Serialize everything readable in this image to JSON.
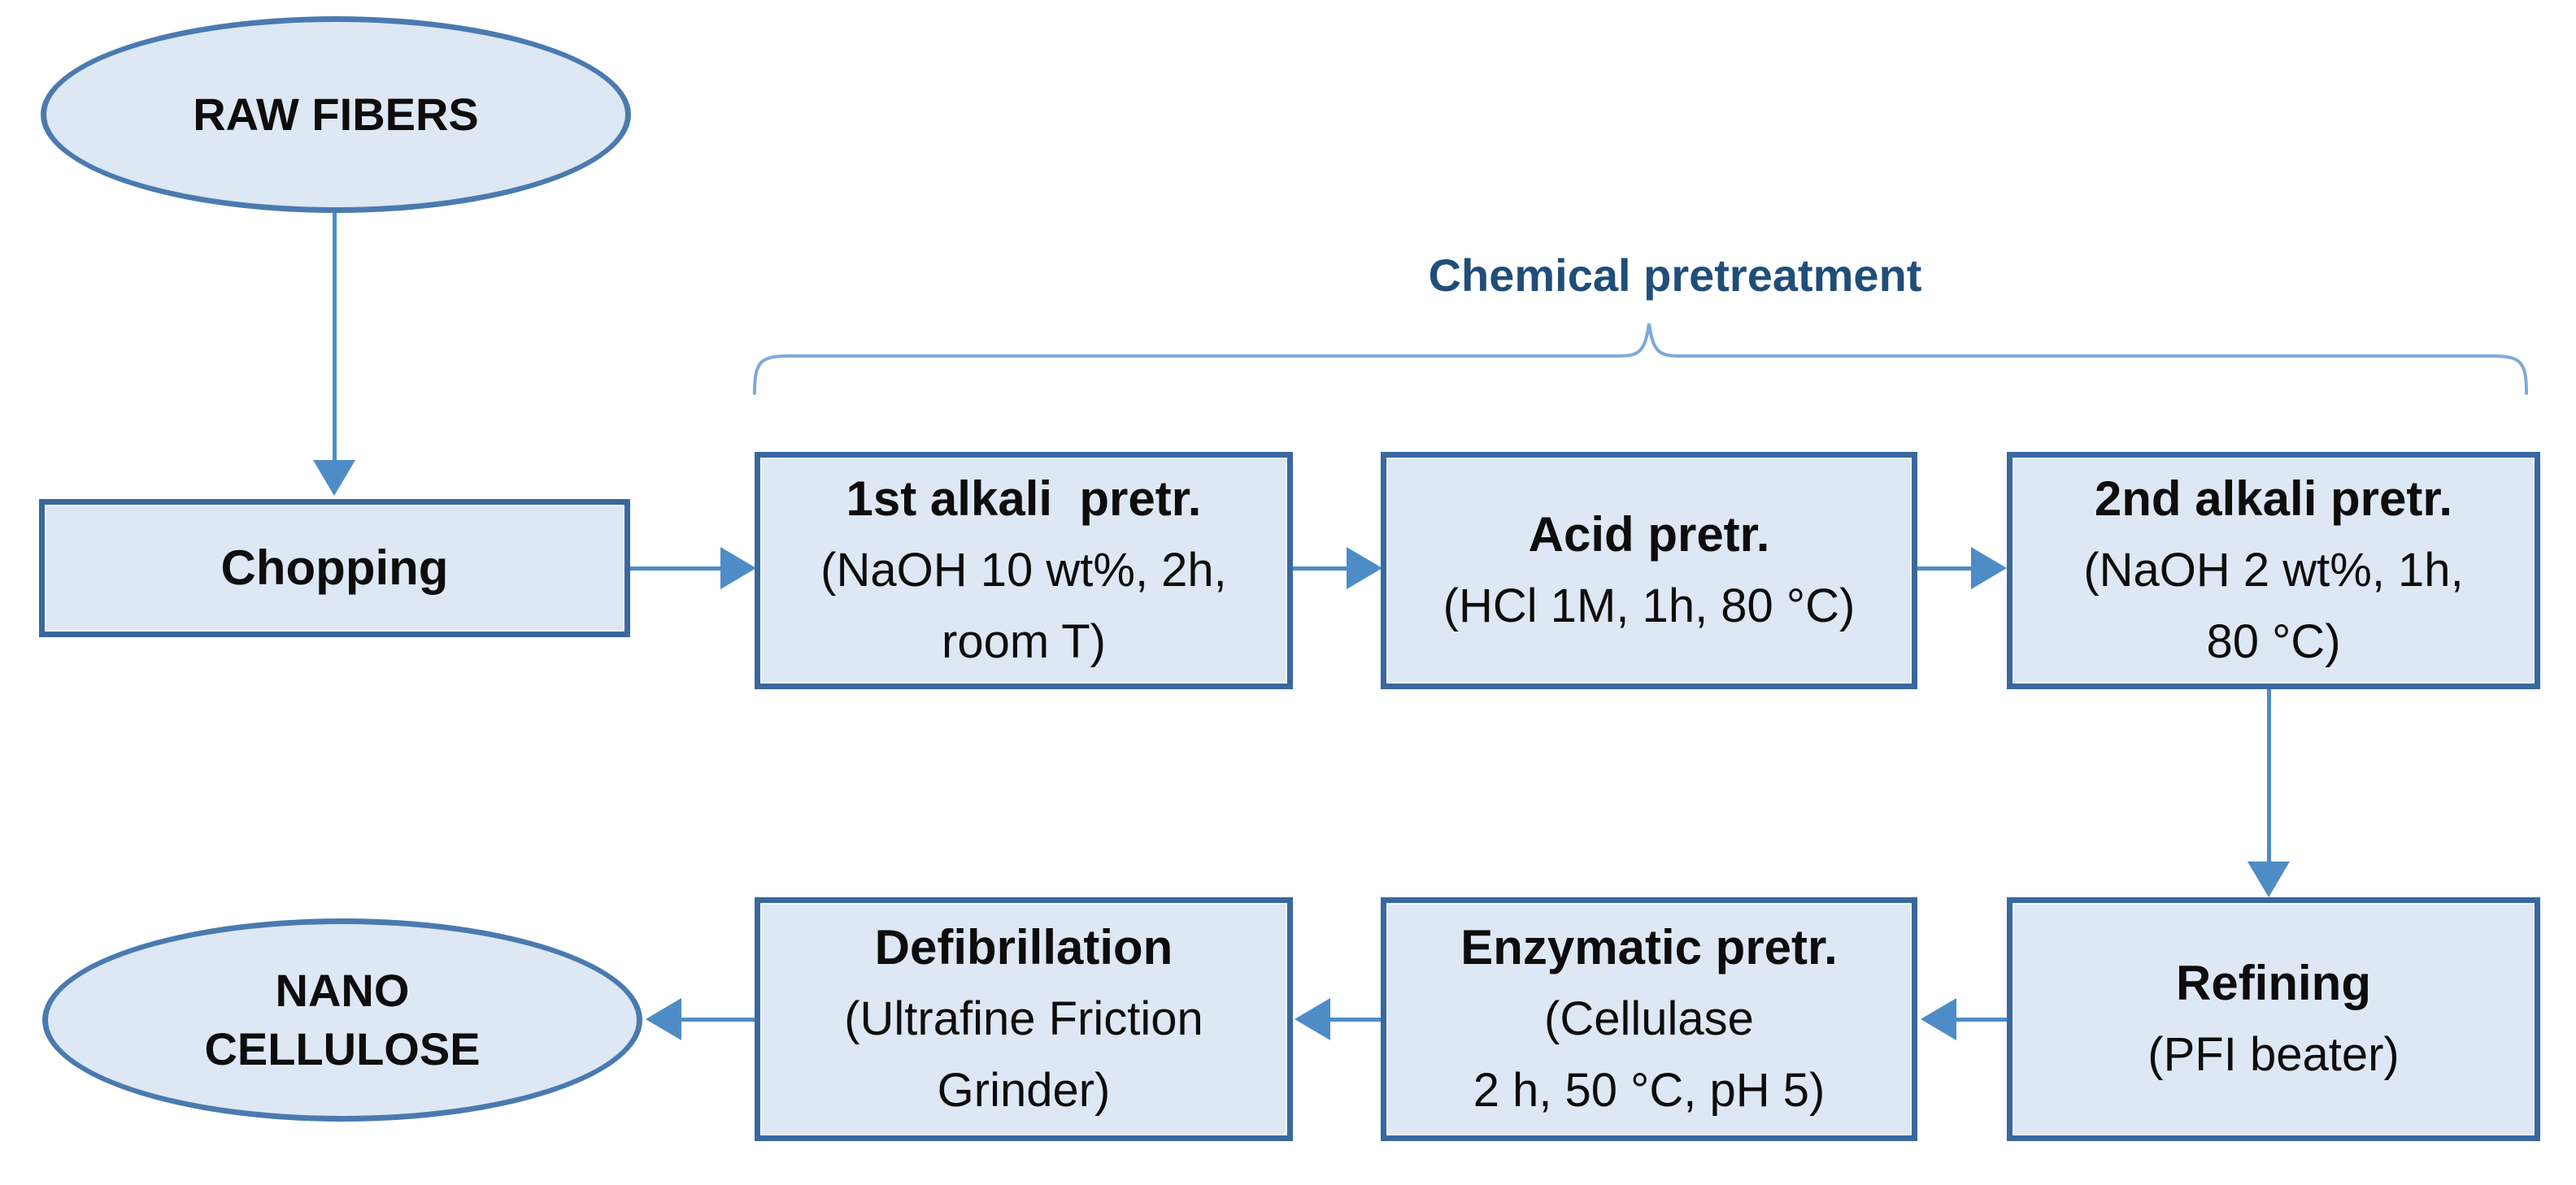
{
  "brace": {
    "label": "Chemical pretreatment"
  },
  "nodes": {
    "raw_fibers": {
      "title": "RAW FIBERS"
    },
    "chopping": {
      "title": "Chopping"
    },
    "alkali1": {
      "title": "1st alkali  pretr.",
      "line2": "(NaOH 10 wt%, 2h,",
      "line3": "room T)"
    },
    "acid": {
      "title": "Acid pretr.",
      "line2": "(HCl 1M, 1h, 80 °C)"
    },
    "alkali2": {
      "title": "2nd alkali pretr.",
      "line2": "(NaOH 2 wt%, 1h,",
      "line3": "80 °C)"
    },
    "refining": {
      "title": "Refining",
      "line2": "(PFI beater)"
    },
    "enzymatic": {
      "title": "Enzymatic pretr.",
      "line2": "(Cellulase",
      "line3": "2 h, 50 °C, pH 5)"
    },
    "defibrillation": {
      "title": "Defibrillation",
      "line2": "(Ultrafine Friction",
      "line3": "Grinder)"
    },
    "nanocellulose": {
      "title": "NANO",
      "line2": "CELLULOSE"
    }
  },
  "colors": {
    "box_fill": "#dde8f4",
    "box_border": "#39689e",
    "ellipse_border": "#4a7ab0",
    "arrow": "#4e8cc8",
    "brace": "#7ea9dc",
    "label_text": "#1f4e79",
    "text": "#0d0d0d"
  }
}
